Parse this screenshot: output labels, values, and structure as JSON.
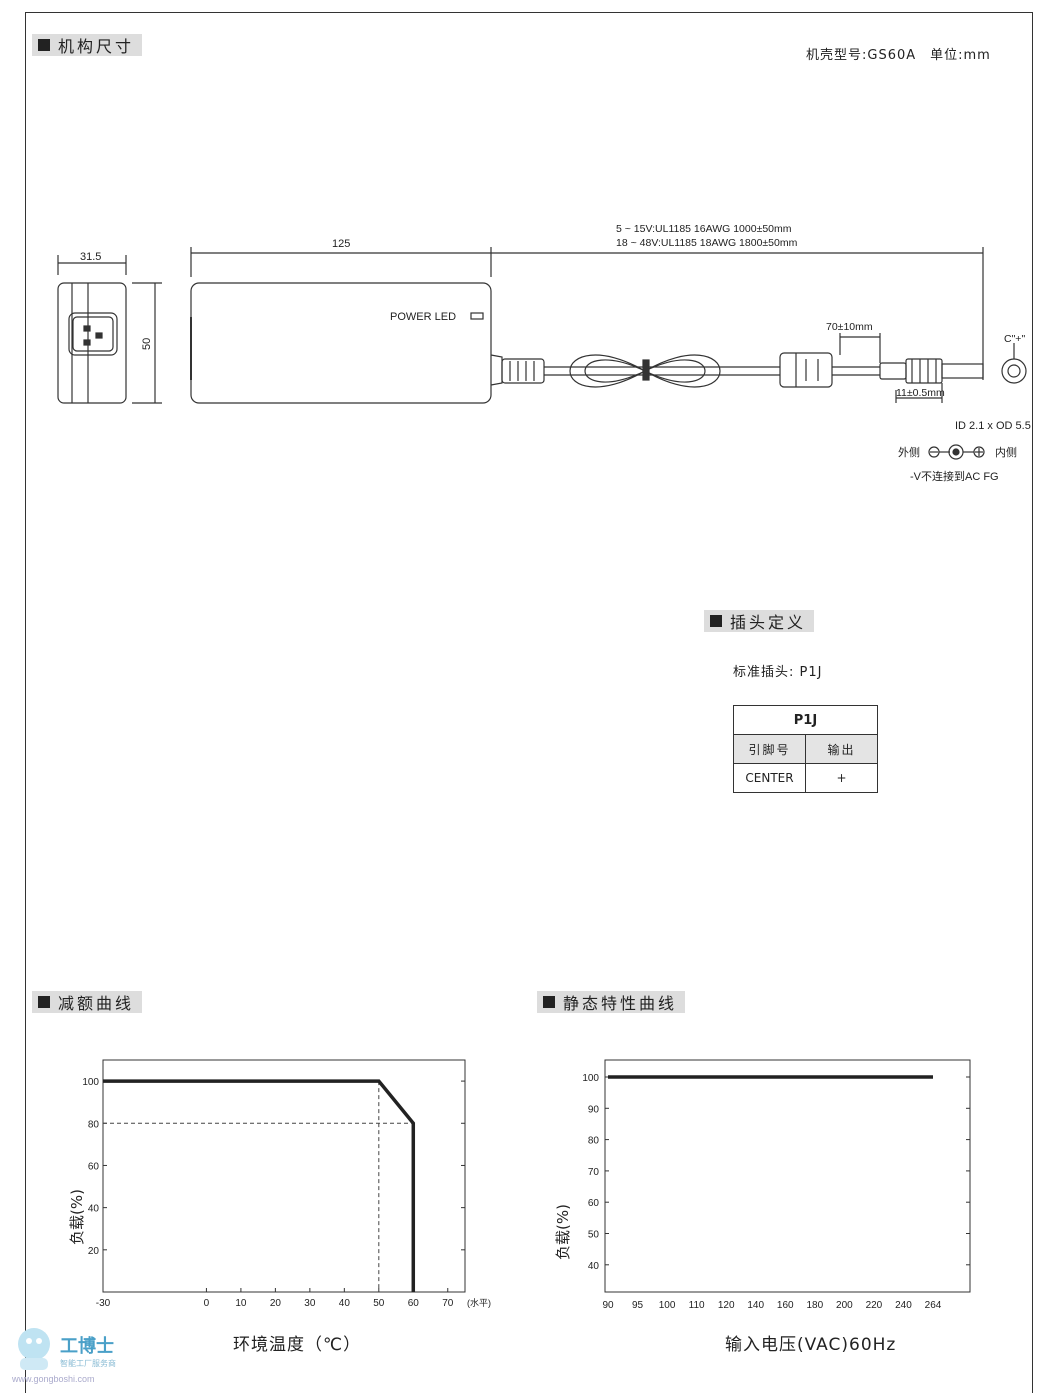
{
  "sections": {
    "mechanical": "机构尺寸",
    "plug": "插头定义",
    "derating": "减额曲线",
    "static": "静态特性曲线"
  },
  "model_info": "机壳型号:GS60A　单位:mm",
  "drawing": {
    "dim_31_5": "31.5",
    "dim_125": "125",
    "dim_50": "50",
    "cable_line1": "5 ~ 15V:UL1185 16AWG 1000±50mm",
    "cable_line2": "18 ~ 48V:UL1185 18AWG 1800±50mm",
    "power_led": "POWER LED",
    "dim_70": "70±10mm",
    "dim_11": "11±0.5mm",
    "c_plus": "C\"+\"",
    "id_od": "ID 2.1 x OD 5.5",
    "outer": "外侧",
    "inner": "内侧",
    "note": "-V不连接到AC FG"
  },
  "plug_std": "标准插头: P1J",
  "pin_table": {
    "title": "P1J",
    "col_pin": "引脚号",
    "col_out": "输出",
    "row_pin": "CENTER",
    "row_out": "+"
  },
  "derating_chart": {
    "ylabel": "负载(%)",
    "xlabel": "环境温度（℃）",
    "x_unit": "(水平)"
  },
  "static_chart": {
    "ylabel": "负载(%)",
    "xlabel": "输入电压(VAC)60Hz"
  },
  "chart_data": [
    {
      "type": "line",
      "title": "",
      "xlabel": "环境温度（℃）",
      "ylabel": "负载(%)",
      "x_ticks": [
        "-30",
        "0",
        "10",
        "20",
        "30",
        "40",
        "50",
        "60",
        "70"
      ],
      "y_ticks": [
        "20",
        "40",
        "60",
        "80",
        "100"
      ],
      "xlim": [
        -30,
        75
      ],
      "ylim": [
        0,
        110
      ],
      "series": [
        {
          "x": [
            -30,
            50,
            60,
            60
          ],
          "y": [
            100,
            100,
            80,
            0
          ]
        }
      ]
    },
    {
      "type": "line",
      "title": "",
      "xlabel": "输入电压(VAC)60Hz",
      "ylabel": "负载(%)",
      "x_ticks": [
        "90",
        "95",
        "100",
        "110",
        "120",
        "140",
        "160",
        "180",
        "200",
        "220",
        "240",
        "264"
      ],
      "y_ticks": [
        "40",
        "50",
        "60",
        "70",
        "80",
        "90",
        "100"
      ],
      "series": [
        {
          "x": [
            "90",
            "264"
          ],
          "y": [
            100,
            100
          ]
        }
      ]
    }
  ],
  "watermark": {
    "brand": "工博士",
    "tagline": "智能工厂服务商",
    "url": "www.gongboshi.com"
  }
}
